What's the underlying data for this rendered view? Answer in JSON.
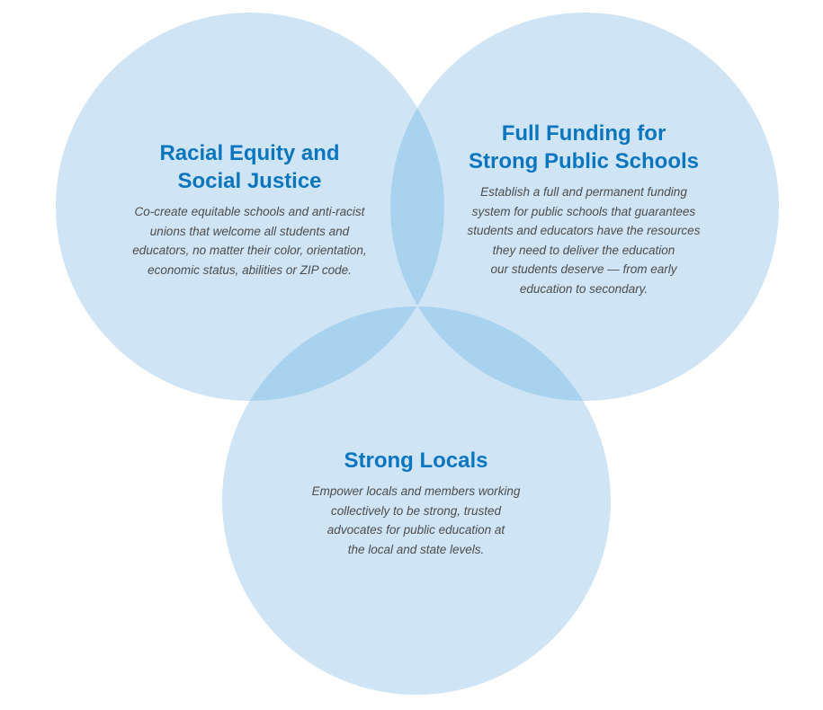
{
  "colors": {
    "circle_fill": "#cfe4f4",
    "overlap_fill": "#a9d2ee",
    "title": "#0b76bf",
    "body": "#4d4d4d"
  },
  "circles": [
    {
      "id": "racial-equity",
      "title": "Racial Equity and\nSocial Justice",
      "body": "Co-create equitable schools and anti-racist\nunions that welcome all students and\neducators, no matter their color, orientation,\neconomic status, abilities or ZIP code."
    },
    {
      "id": "full-funding",
      "title": "Full Funding for\nStrong Public Schools",
      "body": "Establish a full and permanent funding\nsystem for public schools that guarantees\nstudents and educators have the resources\nthey need to deliver the education\nour students deserve — from early\neducation to secondary."
    },
    {
      "id": "strong-locals",
      "title": "Strong Locals",
      "body": "Empower locals and members working\ncollectively to be strong, trusted\nadvocates for public education at\nthe local and state levels."
    }
  ]
}
